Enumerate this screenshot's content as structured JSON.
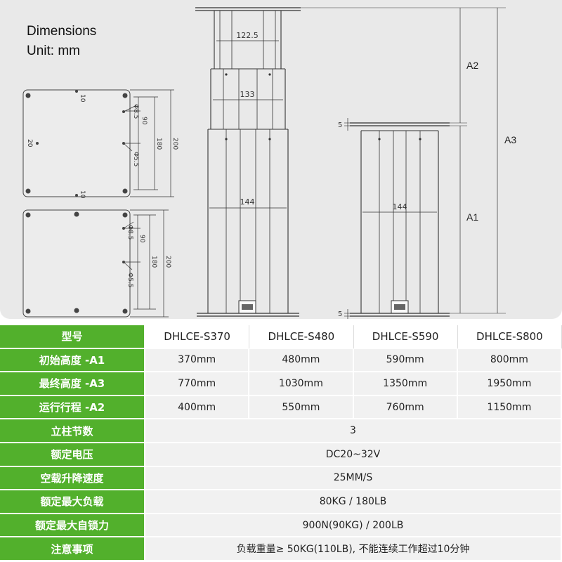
{
  "drawing": {
    "heading_line1": "Dimensions",
    "heading_line2": "Unit: mm",
    "plate_top": {
      "dim_10_top": "10",
      "dim_20": "20",
      "dim_phi85": "Φ8.5",
      "dim_90": "90",
      "dim_180": "180",
      "dim_200": "200",
      "dim_phi55": "Φ5.5",
      "dim_10_bottom": "10"
    },
    "plate_bottom": {
      "dim_phi85": "Φ8.5",
      "dim_90": "90",
      "dim_180": "180",
      "dim_200": "200",
      "dim_phi55": "Φ5.5"
    },
    "column_extended": {
      "dim_inner": "122.5",
      "dim_middle": "133",
      "dim_outer": "144"
    },
    "column_retracted": {
      "dim_outer": "144",
      "dim_top_plate": "5",
      "dim_bottom_plate": "5",
      "label_a1": "A1",
      "label_a2": "A2",
      "label_a3": "A3"
    }
  },
  "table": {
    "header": {
      "label": "型号",
      "models": [
        "DHLCE-S370",
        "DHLCE-S480",
        "DHLCE-S590",
        "DHLCE-S800"
      ]
    },
    "model_rows": [
      {
        "label": "初始高度 -A1",
        "values": [
          "370mm",
          "480mm",
          "590mm",
          "800mm"
        ]
      },
      {
        "label": "最终高度 -A3",
        "values": [
          "770mm",
          "1030mm",
          "1350mm",
          "1950mm"
        ]
      },
      {
        "label": "运行行程 -A2",
        "values": [
          "400mm",
          "550mm",
          "760mm",
          "1150mm"
        ]
      }
    ],
    "common_rows": [
      {
        "label": "立柱节数",
        "value": "3"
      },
      {
        "label": "额定电压",
        "value": "DC20~32V"
      },
      {
        "label": "空载升降速度",
        "value": "25MM/S"
      },
      {
        "label": "额定最大负载",
        "value": "80KG / 180LB"
      },
      {
        "label": "额定最大自锁力",
        "value": "900N(90KG) / 200LB"
      },
      {
        "label": "注意事项",
        "value": "负载重量≥ 50KG(110LB), 不能连续工作超过10分钟"
      }
    ]
  },
  "colors": {
    "label_green": "#52b02c",
    "panel_grey": "#e9e9e9",
    "cell_grey": "#f1f1f1"
  }
}
